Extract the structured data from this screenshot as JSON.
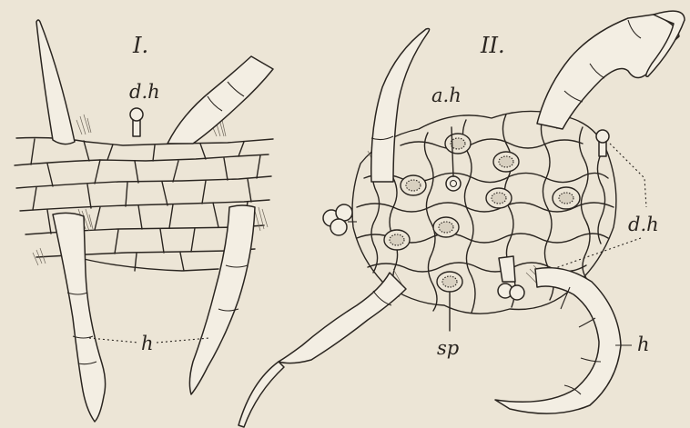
{
  "figure": {
    "panel_1": {
      "title": "I.",
      "labels": {
        "glandular_hair": "d.h",
        "hair": "h"
      }
    },
    "panel_2": {
      "title": "II.",
      "labels": {
        "attached_hair": "a.h",
        "glandular_hair": "d.h",
        "stoma": "sp",
        "hair": "h"
      }
    },
    "colors": {
      "paper": "#ece5d6",
      "ink": "#2a2520"
    }
  }
}
